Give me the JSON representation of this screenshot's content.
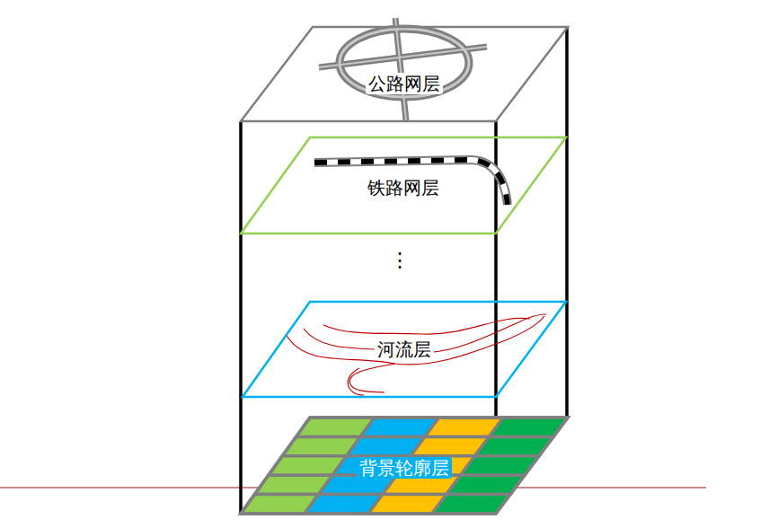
{
  "diagram": {
    "nodes": [
      {
        "text": [
          "公路网层"
        ]
      },
      {
        "text": [
          "铁路网层"
        ]
      },
      {
        "text": [
          "河流层"
        ]
      },
      {
        "text": [
          "背景轮廓层"
        ]
      }
    ],
    "labels": [
      "⋮"
    ]
  }
}
